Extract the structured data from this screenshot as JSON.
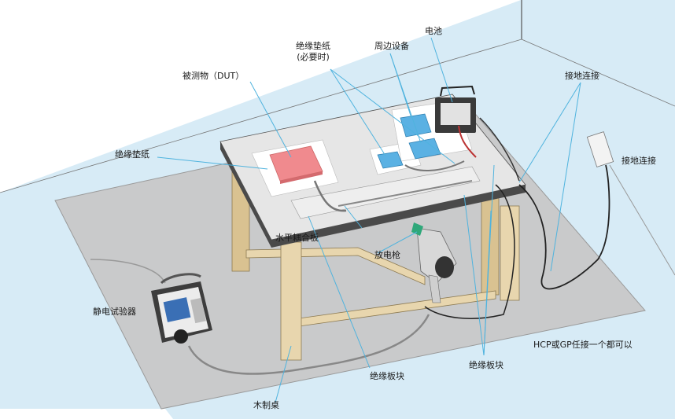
{
  "labels": {
    "dut": "被测物（DUT）",
    "insulating_paper_top_line1": "绝缘垫纸",
    "insulating_paper_top_line2": "(必要时)",
    "peripheral": "周边设备",
    "battery": "电池",
    "ground_conn_1": "接地连接",
    "ground_conn_2": "接地连接",
    "insulating_pad": "绝缘垫纸",
    "hcp": "水平耦合板",
    "gun": "放电枪",
    "esd_tester": "静电试验器",
    "insulating_block_1": "绝缘板块",
    "insulating_block_2": "绝缘板块",
    "wood_table": "木制桌",
    "hcp_or_gp": "HCP或GP任接一个都可以"
  },
  "colors": {
    "background_blue": "#d7ebf6",
    "floor_plate": "#c9cacb",
    "table_top": "#e6e6e6",
    "table_edge": "#4a4a4a",
    "wood": "#e8d6ae",
    "dut_red": "#f08a8e",
    "peripheral_blue": "#5ab1e3",
    "leader_line": "#4fb3de"
  }
}
